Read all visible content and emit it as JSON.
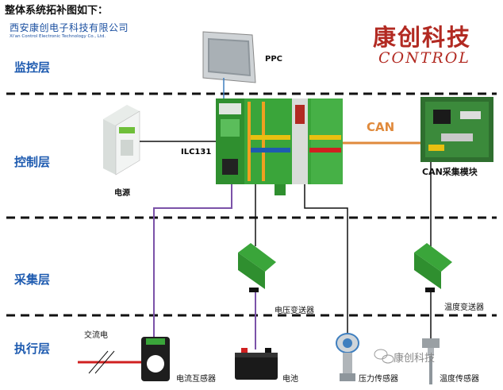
{
  "header": {
    "title": "整体系统拓补图如下：",
    "company_cn": "西安康创电子科技有限公司",
    "company_en": "Xi'an Control Electronic Technology Co., Ltd.",
    "brand_cn": "康创科技",
    "brand_en": "CONTROL"
  },
  "layers": {
    "monitor": "监控层",
    "control": "控制层",
    "acquisition": "采集层",
    "execution": "执行层"
  },
  "devices": {
    "ppc": "PPC",
    "ilc": "ILC131",
    "power": "电源",
    "can": "CAN",
    "can_module": "CAN采集模块",
    "voltage_transmitter": "电压变送器",
    "temp_transmitter": "温度变送器",
    "ac": "交流电",
    "current_transformer": "电流互感器",
    "battery": "电池",
    "pressure_sensor": "压力传感器",
    "temp_sensor": "温度传感器"
  },
  "watermark": "康创科技",
  "colors": {
    "layer_text": "#1e5bb0",
    "brand_red": "#b22a22",
    "can_orange": "#e08a3c",
    "module_green": "#3aa53a",
    "purple_wire": "#7b52a8"
  }
}
